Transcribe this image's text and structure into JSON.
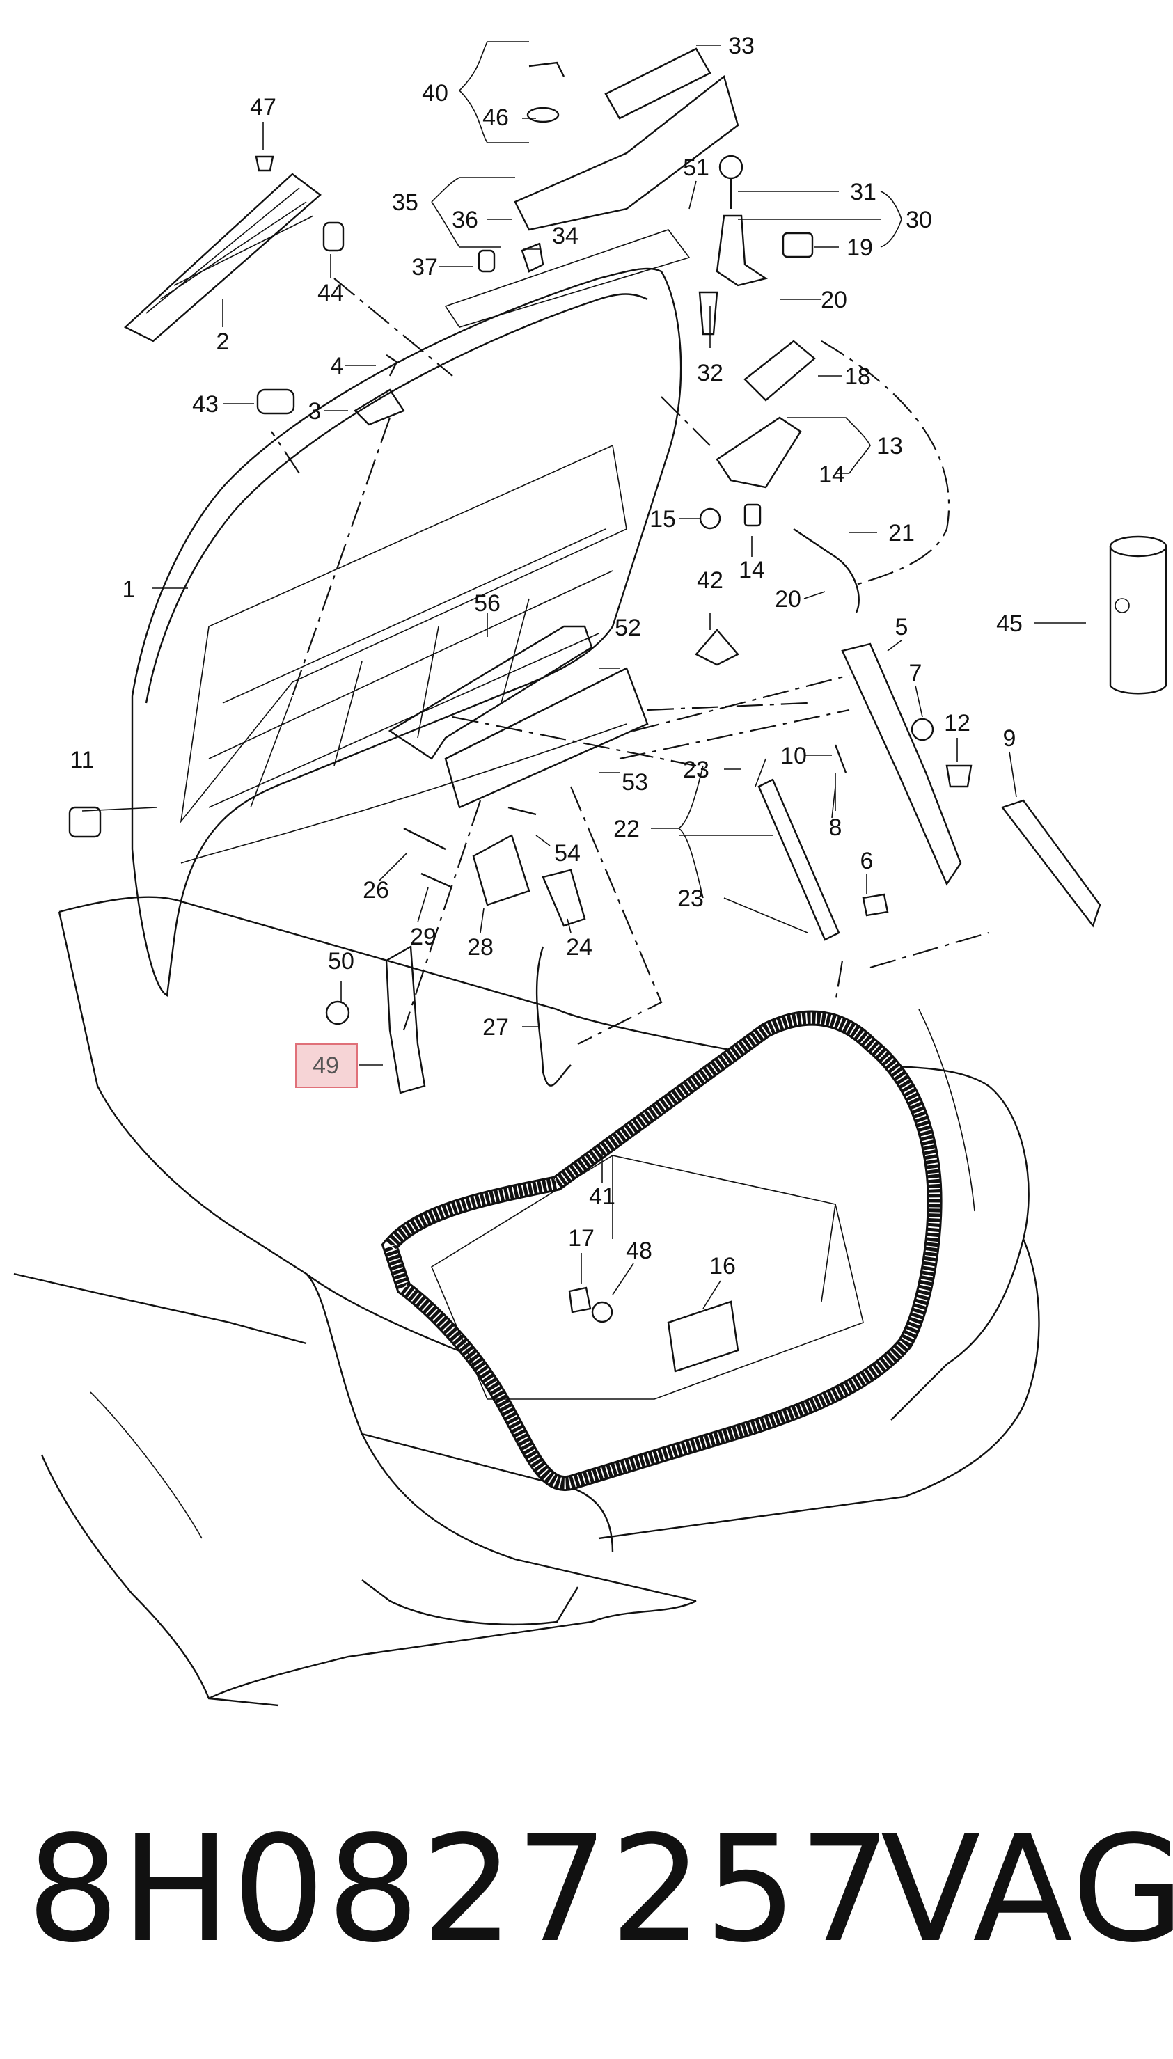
{
  "diagram": {
    "labels": [
      "1",
      "2",
      "3",
      "4",
      "5",
      "6",
      "7",
      "8",
      "9",
      "10",
      "11",
      "12",
      "13",
      "14",
      "14",
      "15",
      "16",
      "17",
      "18",
      "19",
      "20",
      "20",
      "21",
      "22",
      "23",
      "23",
      "24",
      "26",
      "27",
      "28",
      "29",
      "30",
      "31",
      "32",
      "33",
      "34",
      "35",
      "36",
      "37",
      "40",
      "41",
      "42",
      "43",
      "44",
      "45",
      "46",
      "47",
      "48",
      "49",
      "50",
      "51",
      "52",
      "53",
      "54",
      "56"
    ],
    "highlighted_label": "49",
    "highlight_color": "#f6d4d6",
    "line_color": "#111111"
  },
  "footer": {
    "part_number": "8H0827257",
    "brand": "VAG"
  }
}
